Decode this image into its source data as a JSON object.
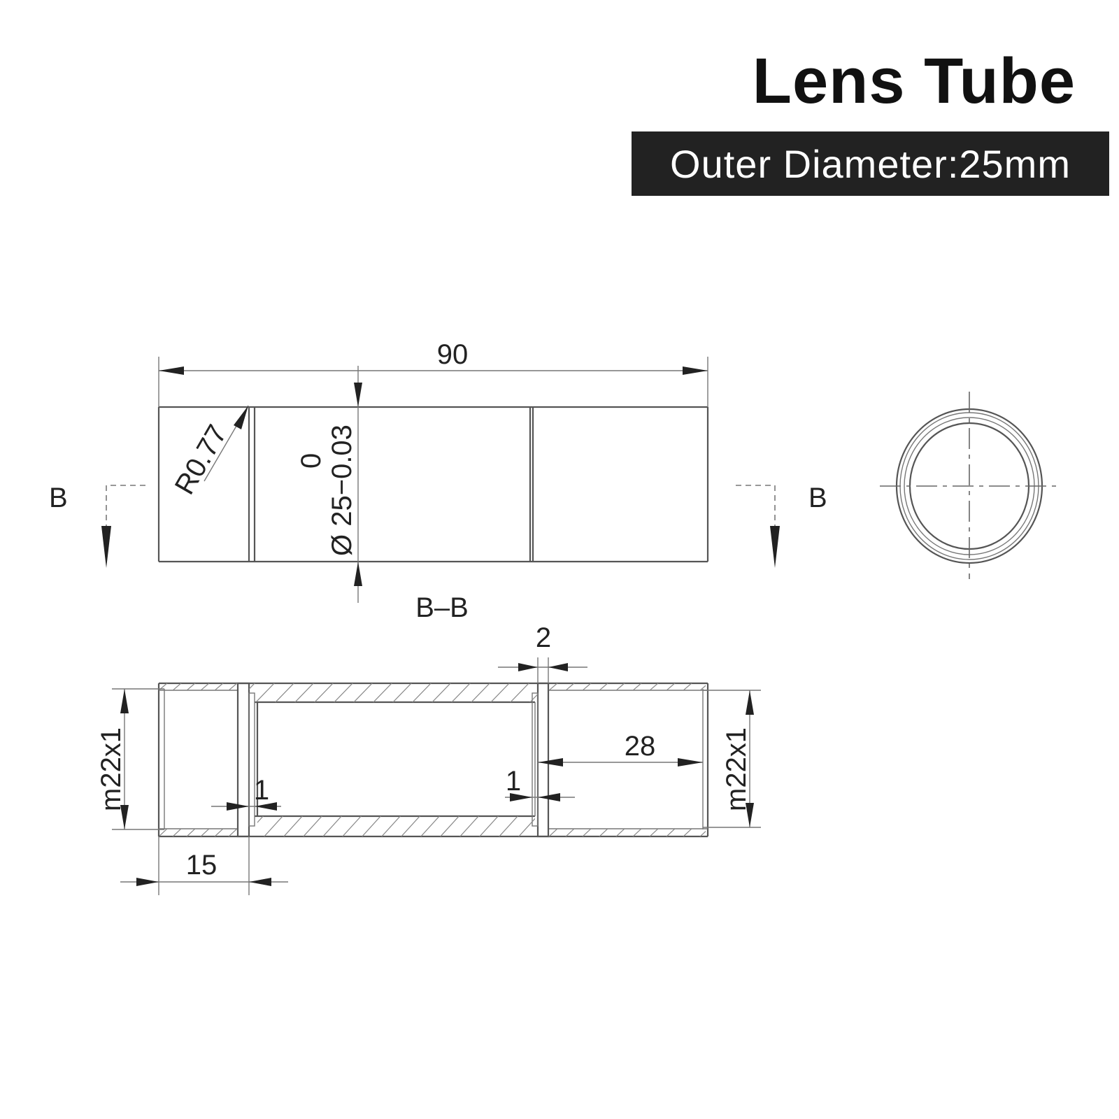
{
  "title": "Lens Tube",
  "subtitle": "Outer Diameter:25mm",
  "dimensions": {
    "overall_length": "90",
    "radius": "R0.77",
    "diameter_tol": "0",
    "diameter": "Ø 25−0.03",
    "section_left": "B",
    "section_right": "B",
    "section_title": "B–B",
    "groove_width": "2",
    "thread_left": "m22x1",
    "thread_right": "m22x1",
    "step_right": "28",
    "ring_left": "1",
    "ring_right": "1",
    "end_length": "15"
  },
  "colors": {
    "subtitle_bg": "#222222",
    "line": "#555555"
  }
}
